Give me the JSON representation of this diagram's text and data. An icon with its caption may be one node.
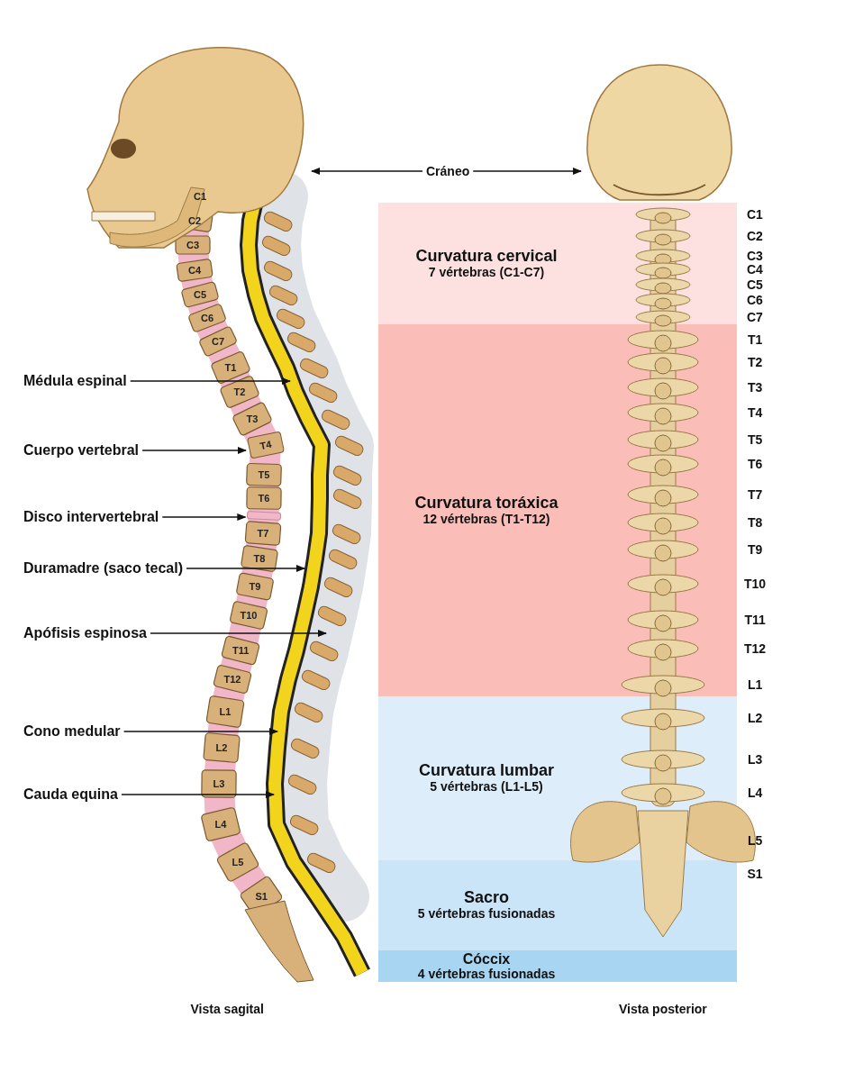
{
  "diagram": {
    "nodes": [
      {
        "text": [
          "Cráneo"
        ]
      },
      {
        "text": [],
        "shape": "picture"
      },
      {
        "text": [],
        "shape": "picture"
      },
      {
        "text": [
          "Médula espinal"
        ]
      },
      {
        "text": [
          "Cuerpo vertebral"
        ]
      },
      {
        "text": [
          "Disco intervertebral"
        ]
      },
      {
        "text": [
          "Duramadre (saco tecal)"
        ]
      },
      {
        "text": [
          "Apófisis espinosa"
        ]
      },
      {
        "text": [
          "Cono medular"
        ]
      },
      {
        "text": [
          "Cauda equina"
        ]
      },
      {
        "text": [
          "Curvatura cervical",
          "7 vértebras (C1-C7)"
        ]
      },
      {
        "text": [
          "Curvatura toráxica",
          "12 vértebras (T1-T12)"
        ]
      },
      {
        "text": [
          "Curvatura lumbar",
          "5 vértebras (L1-L5)"
        ]
      },
      {
        "text": [
          "Sacro",
          "5 vértebras fusionadas"
        ]
      },
      {
        "text": [
          "Cóccix",
          "4 vértebras fusionadas"
        ]
      },
      {
        "text": [
          "T4"
        ]
      },
      {
        "text": [],
        "shape": "box"
      }
    ],
    "edges": [
      {
        "from": 0,
        "to": 1,
        "arrow": "to"
      },
      {
        "from": 0,
        "to": 2,
        "arrow": "to"
      },
      {
        "from": 3,
        "to": null,
        "arrow": "to"
      },
      {
        "from": 4,
        "to": 15,
        "arrow": "to"
      },
      {
        "from": 5,
        "to": 16,
        "arrow": "to"
      },
      {
        "from": 6,
        "to": null,
        "arrow": "to"
      },
      {
        "from": 7,
        "to": null,
        "arrow": "to"
      },
      {
        "from": 8,
        "to": null,
        "arrow": "to"
      },
      {
        "from": 9,
        "to": null,
        "arrow": "to"
      }
    ],
    "labels": [
      "C1",
      "C2",
      "C3",
      "C4",
      "C5",
      "C6",
      "C7",
      "T1",
      "T2",
      "T3",
      "T5",
      "T6",
      "T7",
      "T8",
      "T9",
      "T10",
      "T11",
      "T12",
      "L1",
      "L2",
      "L3",
      "L4",
      "L5",
      "S1",
      "C1",
      "C2",
      "C3",
      "C4",
      "C5",
      "C6",
      "C7",
      "T1",
      "T2",
      "T3",
      "T4",
      "T5",
      "T6",
      "T7",
      "T8",
      "T9",
      "T10",
      "T11",
      "T12",
      "L1",
      "L2",
      "L3",
      "L4",
      "L5",
      "S1",
      "Vista sagital",
      "Vista posterior"
    ]
  }
}
